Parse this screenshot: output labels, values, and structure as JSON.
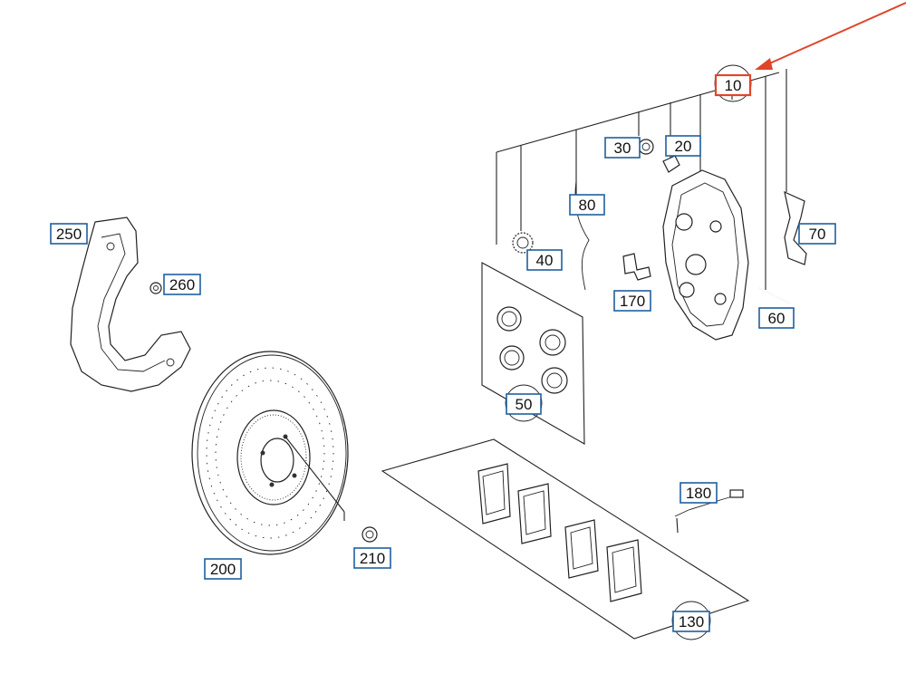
{
  "diagram": {
    "highlight_color": "#e0452a",
    "label_border_color": "#1f5f9e",
    "highlighted_part": "10",
    "labels": {
      "p10": "10",
      "p20": "20",
      "p30": "30",
      "p40": "40",
      "p50": "50",
      "p60": "60",
      "p70": "70",
      "p80": "80",
      "p130": "130",
      "p170": "170",
      "p180": "180",
      "p200": "200",
      "p210": "210",
      "p250": "250",
      "p260": "260"
    }
  }
}
